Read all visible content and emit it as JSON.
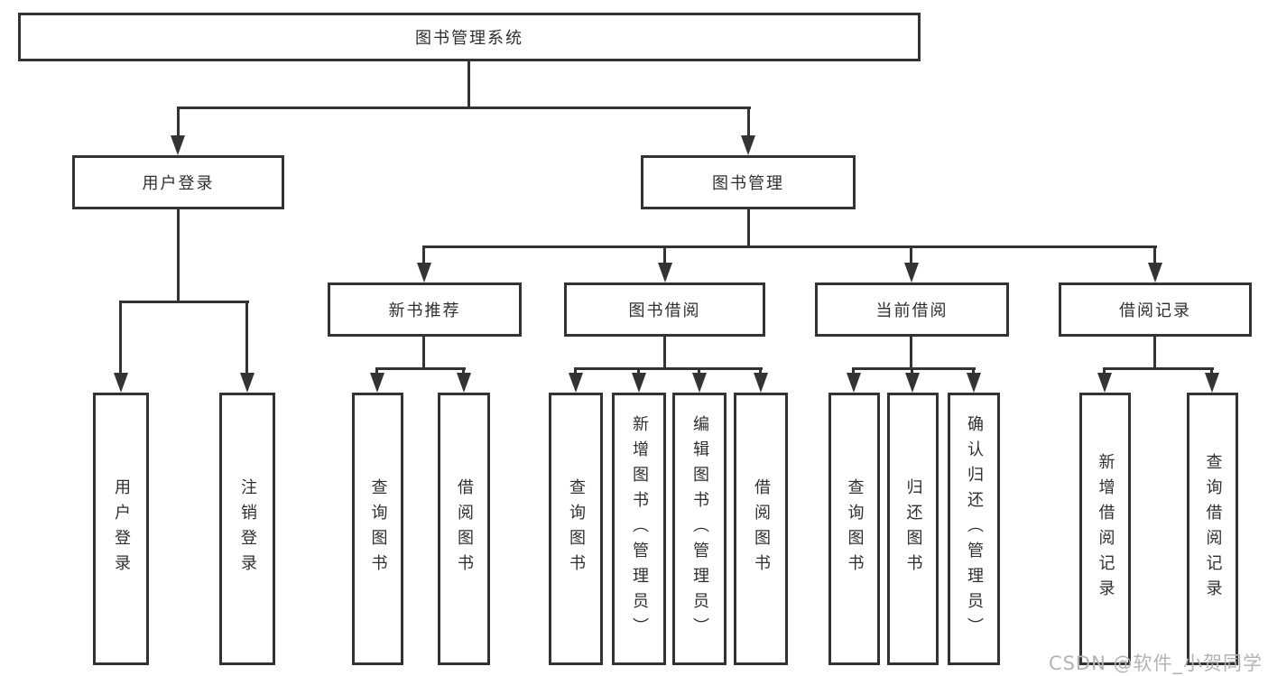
{
  "diagram_type": "hierarchy-flowchart",
  "colors": {
    "line": "#333333",
    "text": "#2f2f2f",
    "background": "#ffffff",
    "watermark": "#b3b3b3"
  },
  "nodes": {
    "root": "图书管理系统",
    "user_login": "用户登录",
    "book_management": "图书管理",
    "new_book_recommend": "新书推荐",
    "book_borrowing": "图书借阅",
    "current_borrowing": "当前借阅",
    "borrowing_records": "借阅记录",
    "user_login_leaf": "用户登录",
    "logout": "注销登录",
    "query_books_recommend": "查询图书",
    "borrow_books_recommend": "借阅图书",
    "query_books_borrowing": "查询图书",
    "add_books_admin": "新增图书（管理员）",
    "edit_books_admin": "编辑图书（管理员）",
    "borrow_books_borrowing": "借阅图书",
    "query_books_current": "查询图书",
    "return_books": "归还图书",
    "confirm_return_admin": "确认归还（管理员）",
    "add_borrow_record": "新增借阅记录",
    "query_borrow_record": "查询借阅记录"
  },
  "hierarchy": {
    "图书管理系统": {
      "用户登录": [
        "用户登录",
        "注销登录"
      ],
      "图书管理": {
        "新书推荐": [
          "查询图书",
          "借阅图书"
        ],
        "图书借阅": [
          "查询图书",
          "新增图书（管理员）",
          "编辑图书（管理员）",
          "借阅图书"
        ],
        "当前借阅": [
          "查询图书",
          "归还图书",
          "确认归还（管理员）"
        ],
        "借阅记录": [
          "新增借阅记录",
          "查询借阅记录"
        ]
      }
    }
  },
  "watermark": {
    "text": "CSDN @软件_小贺同学"
  }
}
